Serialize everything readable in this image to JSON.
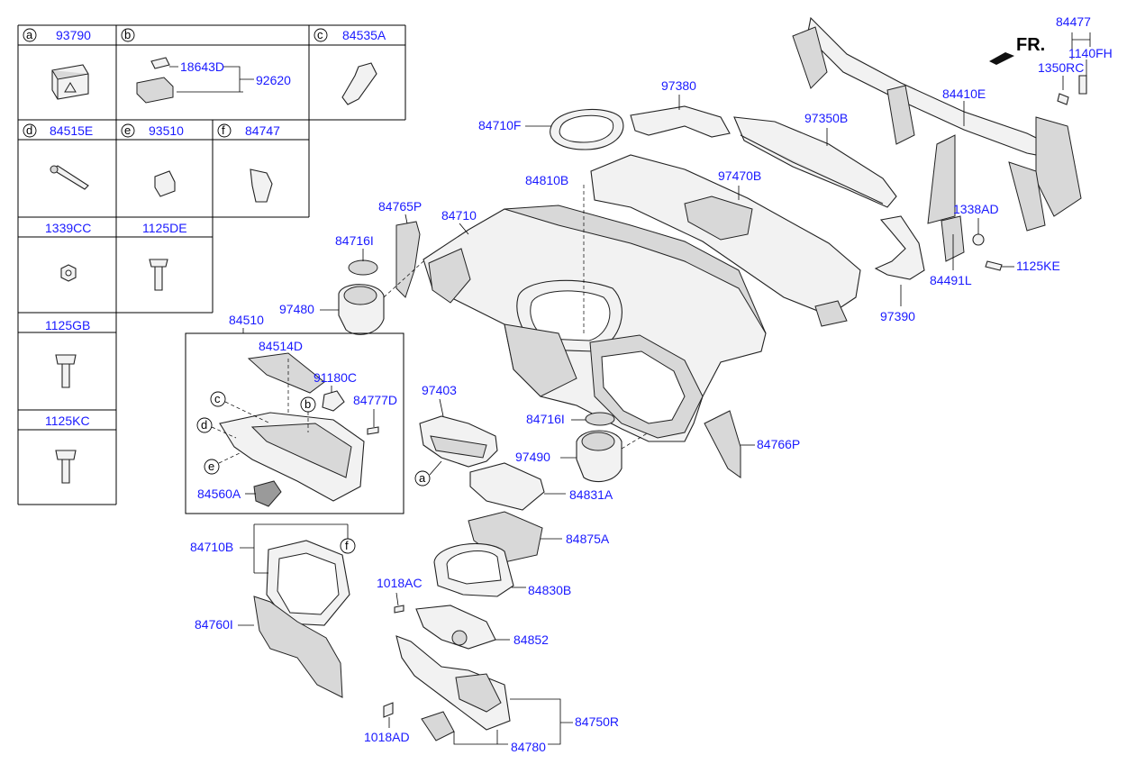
{
  "parts_table": {
    "cells": [
      {
        "letter": "a",
        "code": "93790"
      },
      {
        "letter": "b",
        "code": ""
      },
      {
        "letter": "c",
        "code": "84535A"
      },
      {
        "letter": "d",
        "code": "84515E"
      },
      {
        "letter": "e",
        "code": "93510"
      },
      {
        "letter": "f",
        "code": "84747"
      },
      {
        "letter": "",
        "code": "1339CC"
      },
      {
        "letter": "",
        "code": "1125DE"
      },
      {
        "letter": "",
        "code": "1125GB"
      },
      {
        "letter": "",
        "code": "1125KC"
      }
    ],
    "b_sub": {
      "part1": "18643D",
      "part2": "92620"
    }
  },
  "direction_label": "FR.",
  "labels": {
    "l84477": "84477",
    "l1140FH": "1140FH",
    "l1350RC": "1350RC",
    "l84410E": "84410E",
    "l97380": "97380",
    "l97350B": "97350B",
    "l84710F": "84710F",
    "l97470B": "97470B",
    "l84810B": "84810B",
    "l84765P": "84765P",
    "l84710": "84710",
    "l84716I_a": "84716I",
    "l97480": "97480",
    "l1338AD": "1338AD",
    "l1125KE": "1125KE",
    "l84491L": "84491L",
    "l97390": "97390",
    "l84510": "84510",
    "l84514D": "84514D",
    "l91180C": "91180C",
    "l84777D": "84777D",
    "l84560A": "84560A",
    "l97403": "97403",
    "l84716I_b": "84716I",
    "l97490": "97490",
    "l84766P": "84766P",
    "l84831A": "84831A",
    "l84875A": "84875A",
    "l84710B": "84710B",
    "l1018AC": "1018AC",
    "l84830B": "84830B",
    "l84760I": "84760I",
    "l84852": "84852",
    "l84750R": "84750R",
    "l1018AD": "1018AD",
    "l84780": "84780"
  },
  "callout_letters": {
    "c1": "c",
    "b1": "b",
    "d1": "d",
    "e1": "e",
    "a1": "a",
    "f1": "f"
  },
  "colors": {
    "label": "#1a1aff",
    "line": "#000000"
  }
}
